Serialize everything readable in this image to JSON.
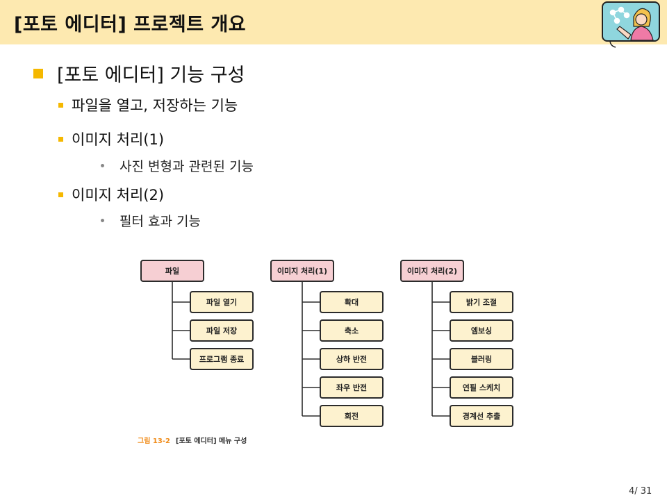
{
  "header": {
    "title": "[포토 에디터] 프로젝트 개요"
  },
  "body": {
    "heading": "[포토 에디터] 기능 구성",
    "items": [
      {
        "text": "파일을 열고, 저장하는 기능",
        "sub": []
      },
      {
        "text": "이미지 처리(1)",
        "sub": [
          "사진 변형과 관련된 기능"
        ]
      },
      {
        "text": "이미지 처리(2)",
        "sub": [
          "필터 효과 기능"
        ]
      }
    ]
  },
  "diagram": {
    "groups": [
      {
        "title": "파일",
        "children": [
          "파일 열기",
          "파일 저장",
          "프로그램 종료"
        ]
      },
      {
        "title": "이미지 처리(1)",
        "children": [
          "확대",
          "축소",
          "상하 반전",
          "좌우 반전",
          "회전"
        ]
      },
      {
        "title": "이미지 처리(2)",
        "children": [
          "밝기 조절",
          "엠보싱",
          "블러링",
          "연필 스케치",
          "경계선 추출"
        ]
      }
    ],
    "caption_num": "그림 13-2",
    "caption_text": "[포토 에디터] 메뉴 구성"
  },
  "page": {
    "number": "4/ 31"
  },
  "colors": {
    "header_bg": "#fde9b0",
    "accent": "#f5b800",
    "root_box": "#f6cfd3",
    "child_box": "#fdf2cf",
    "caption_num": "#f08c1a"
  }
}
